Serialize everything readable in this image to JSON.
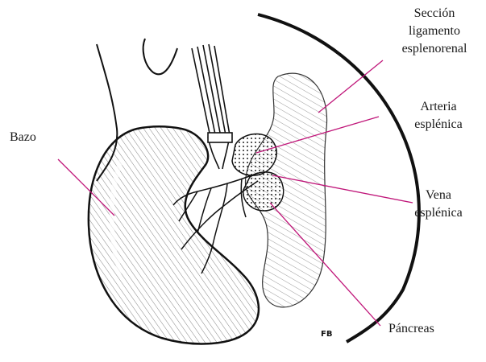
{
  "labels": {
    "bazo": "Bazo",
    "ligamento": [
      "Sección",
      "ligamento",
      "esplenorenal"
    ],
    "arteria": [
      "Arteria",
      "esplénica"
    ],
    "vena": [
      "Vena",
      "esplénica"
    ],
    "pancreas": "Páncreas",
    "signature": "FB"
  },
  "colors": {
    "leader_line": "#c0177a",
    "ink": "#1a1a1a"
  }
}
